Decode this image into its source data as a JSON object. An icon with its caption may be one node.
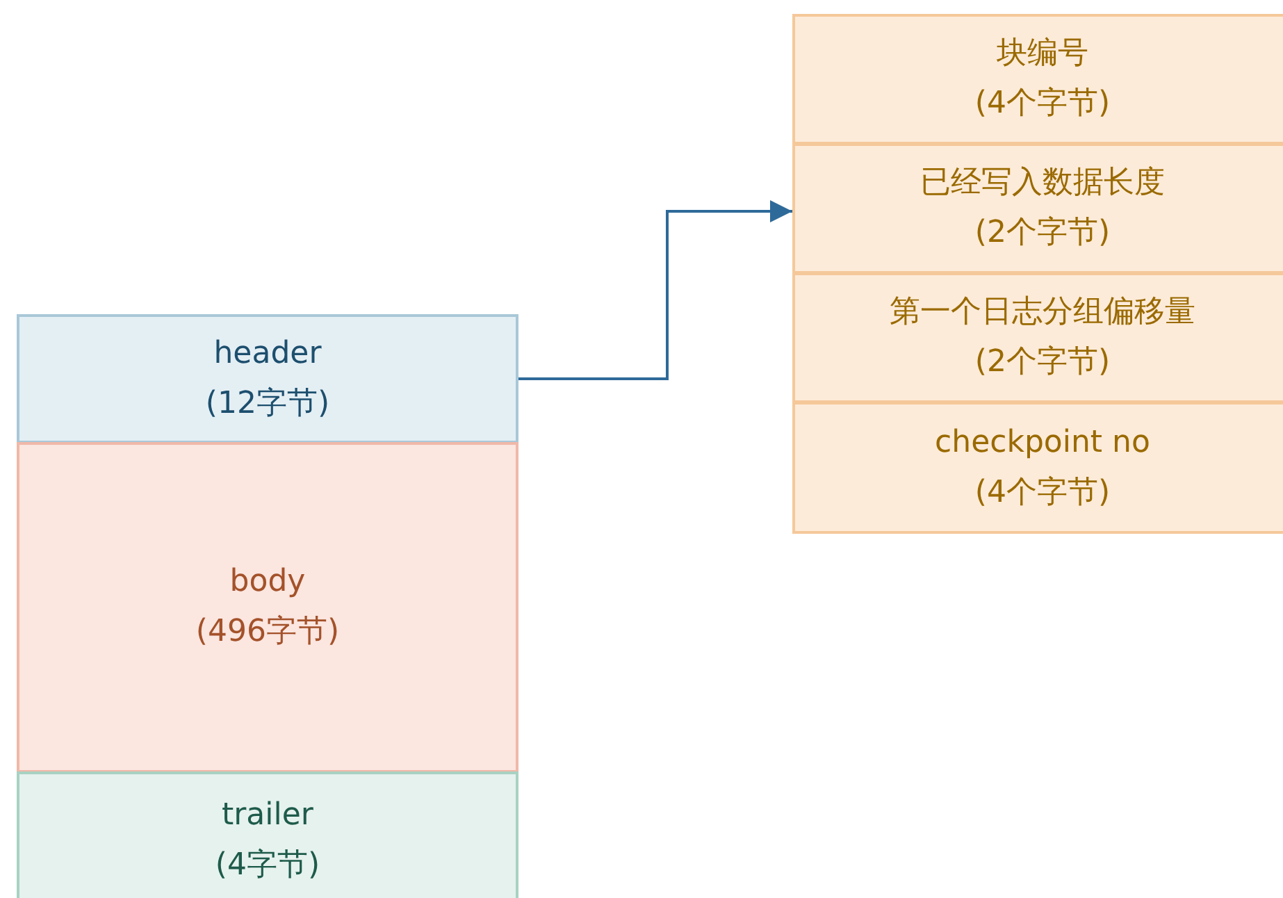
{
  "diagram": {
    "nodes": [
      {
        "text": [
          "header",
          "(12字节)"
        ]
      },
      {
        "text": [
          "body",
          "(496字节)"
        ]
      },
      {
        "text": [
          "trailer",
          "(4字节)"
        ]
      },
      {
        "text": [],
        "shape": "box"
      },
      {
        "text": [
          "块编号",
          "(4个字节)"
        ],
        "in": 3
      },
      {
        "text": [
          "已经写入数据长度",
          "(2个字节)"
        ],
        "in": 3
      },
      {
        "text": [
          "第一个日志分组偏移量",
          "(2个字节)"
        ],
        "in": 3
      },
      {
        "text": [
          "checkpoint no",
          "(4个字节)"
        ],
        "in": 3
      }
    ],
    "edges": [
      {
        "from": 0,
        "to": 3,
        "arrow": "to"
      }
    ]
  }
}
